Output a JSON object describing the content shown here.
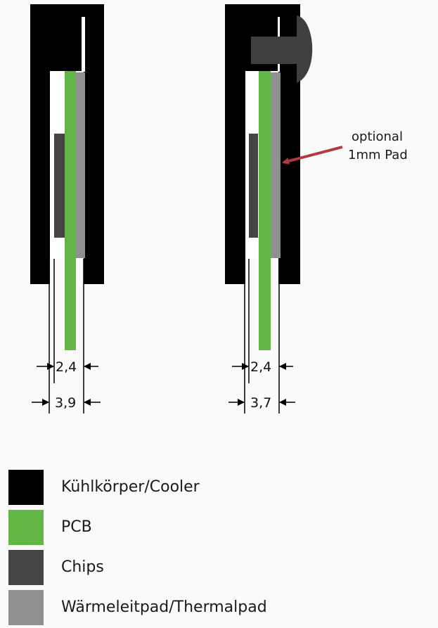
{
  "colors": {
    "background": "#fafafb",
    "cooler": "#000000",
    "pcb": "#62b646",
    "chips": "#454545",
    "thermalpad": "#8f8f8f",
    "screw": "#3f3f3f",
    "arrow": "#b03a40"
  },
  "left_assembly": {
    "dim_inner": "2,4",
    "dim_outer": "3,9"
  },
  "right_assembly": {
    "dim_inner": "2,4",
    "dim_outer": "3,7",
    "annotation": {
      "line1": "optional",
      "line2": "1mm Pad"
    }
  },
  "legend": {
    "items": [
      {
        "key": "cooler",
        "label": "Kühlkörper/Cooler"
      },
      {
        "key": "pcb",
        "label": "PCB"
      },
      {
        "key": "chips",
        "label": "Chips"
      },
      {
        "key": "thermalpad",
        "label": "Wärmeleitpad/Thermalpad"
      }
    ]
  }
}
